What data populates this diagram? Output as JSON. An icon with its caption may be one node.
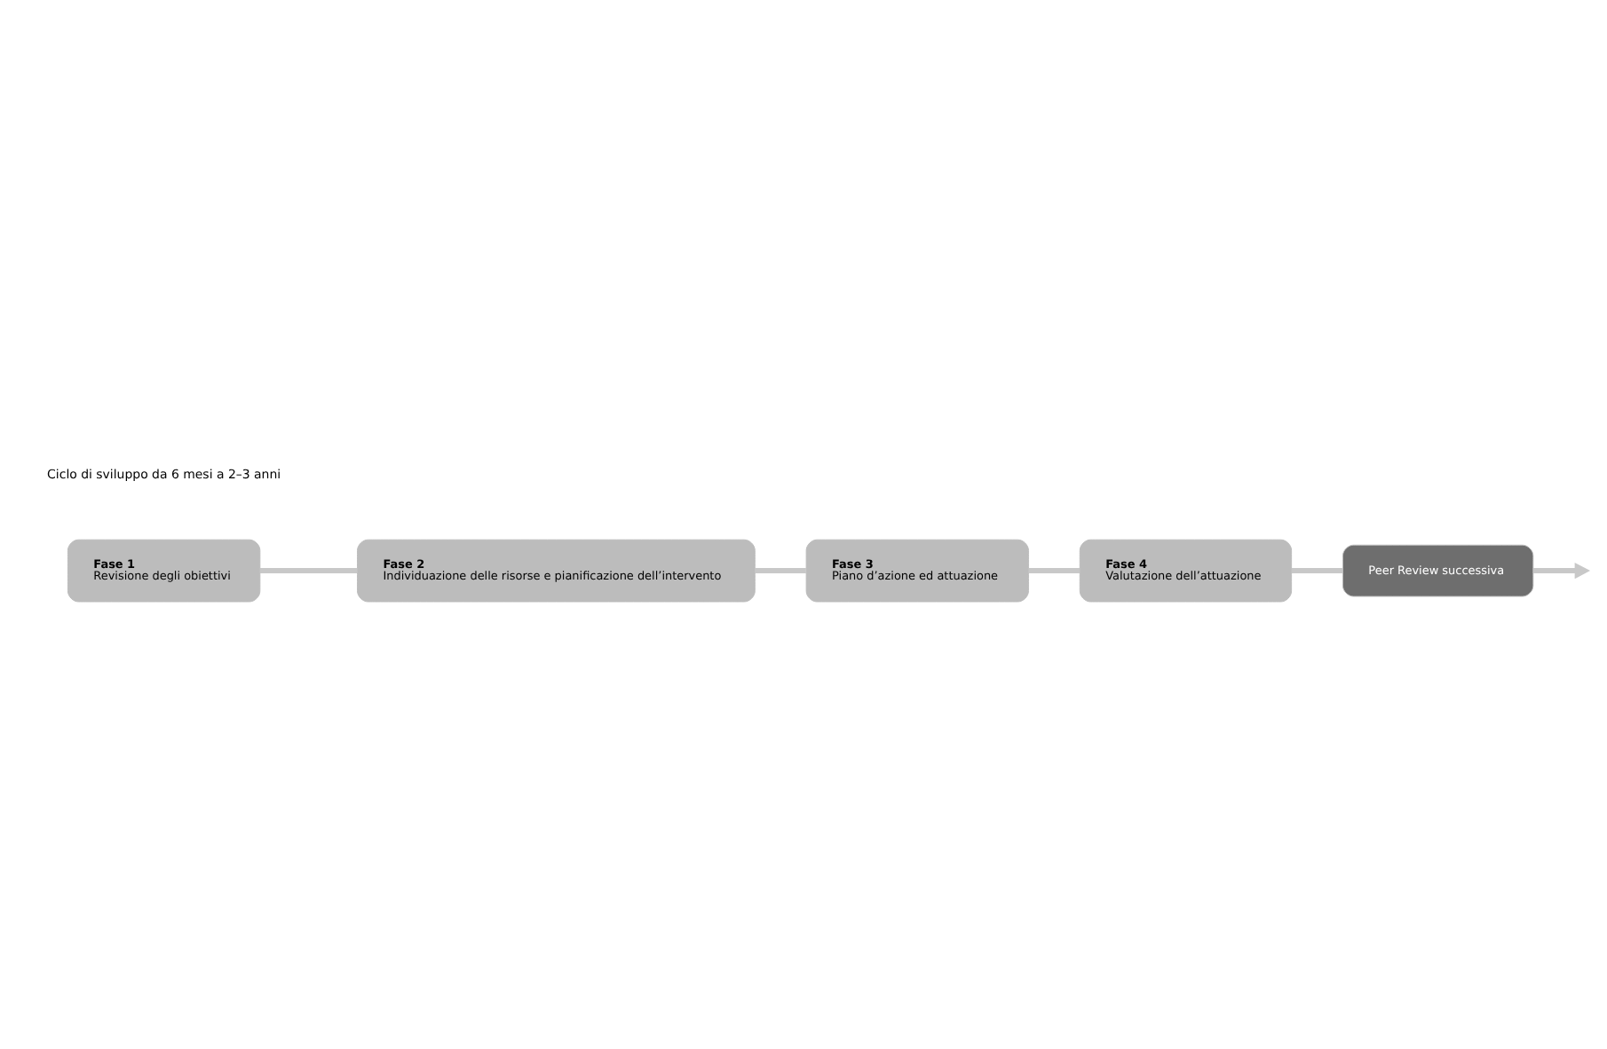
{
  "diagram": {
    "nodes": [
      {
        "text": [
          "Fase 1",
          "Revisione degli obiettivi"
        ]
      },
      {
        "text": [
          "Fase 2",
          "Individuazione delle risorse e pianificazione dell’intervento"
        ]
      },
      {
        "text": [
          "Fase 3",
          "Piano d’azione ed attuazione"
        ]
      },
      {
        "text": [
          "Fase 4",
          "Valutazione dell’attuazione"
        ]
      },
      {
        "text": [
          "Peer Review successiva"
        ]
      }
    ],
    "edges": [
      {
        "from": 0,
        "to": 1,
        "arrow": "none"
      },
      {
        "from": 1,
        "to": 2,
        "arrow": "none"
      },
      {
        "from": 2,
        "to": 3,
        "arrow": "none"
      },
      {
        "from": 3,
        "to": 4,
        "arrow": "none"
      },
      {
        "from": 4,
        "to": null,
        "arrow": "to"
      }
    ],
    "labels": [
      "Ciclo di sviluppo da 6 mesi a 2–3 anni"
    ]
  }
}
